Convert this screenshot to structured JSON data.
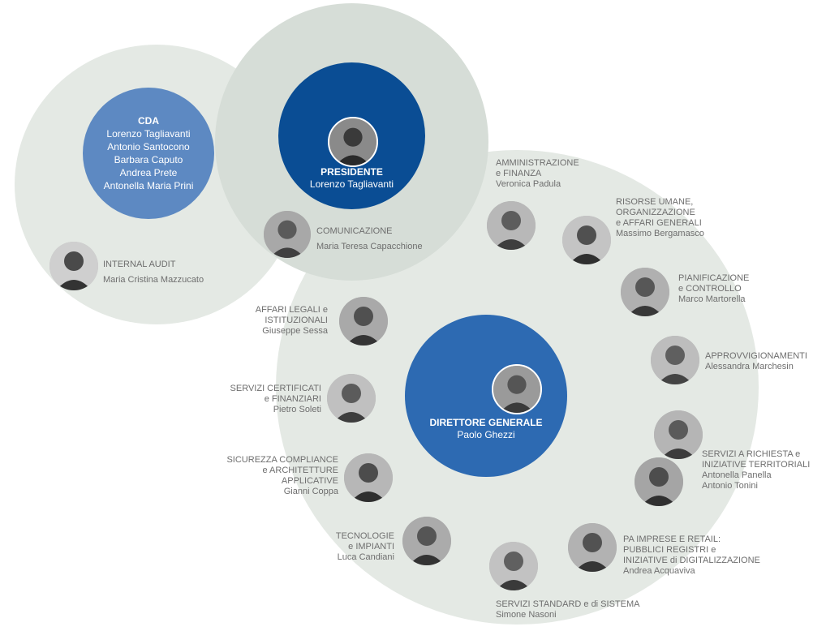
{
  "colors": {
    "bg_circle": "#e3e9e4",
    "bg_circle_mid": "#d8dfd9",
    "cda": "#5d89c2",
    "presidente": "#0a4d94",
    "direttore": "#2d6ab2"
  },
  "cda": {
    "title": "CDA",
    "members": [
      "Lorenzo Tagliavanti",
      "Antonio Santocono",
      "Barbara Caputo",
      "Andrea Prete",
      "Antonella Maria Prini"
    ]
  },
  "presidente": {
    "title": "PRESIDENTE",
    "name": "Lorenzo Tagliavanti"
  },
  "direttore": {
    "title": "DIRETTORE GENERALE",
    "name": "Paolo Ghezzi"
  },
  "units": {
    "internal_audit": {
      "lines": [
        "INTERNAL AUDIT"
      ],
      "person": "Maria Cristina Mazzucato"
    },
    "comunicazione": {
      "lines": [
        "COMUNICAZIONE"
      ],
      "person": "Maria Teresa Capacchione"
    },
    "amministrazione": {
      "lines": [
        "AMMINISTRAZIONE",
        "e FINANZA"
      ],
      "person": "Veronica Padula"
    },
    "risorse_umane": {
      "lines": [
        "RISORSE UMANE,",
        "ORGANIZZAZIONE",
        "e AFFARI GENERALI"
      ],
      "person": "Massimo Bergamasco"
    },
    "pianificazione": {
      "lines": [
        "PIANIFICAZIONE",
        "e CONTROLLO"
      ],
      "person": "Marco Martorella"
    },
    "approvvigionamenti": {
      "lines": [
        "APPROVVIGIONAMENTI"
      ],
      "person": "Alessandra Marchesin"
    },
    "servizi_richiesta": {
      "lines": [
        "SERVIZI A RICHIESTA e",
        "INIZIATIVE TERRITORIALI"
      ],
      "persons": [
        "Antonella Panella",
        "Antonio Tonini"
      ]
    },
    "pa_imprese": {
      "lines": [
        "PA IMPRESE E RETAIL:",
        "PUBBLICI REGISTRI e",
        "INIZIATIVE di DIGITALIZZAZIONE"
      ],
      "person": "Andrea Acquaviva"
    },
    "servizi_standard": {
      "lines": [
        "SERVIZI STANDARD e di SISTEMA"
      ],
      "person": "Simone Nasoni"
    },
    "tecnologie": {
      "lines": [
        "TECNOLOGIE",
        "e IMPIANTI"
      ],
      "person": "Luca Candiani"
    },
    "sicurezza": {
      "lines": [
        "SICUREZZA COMPLIANCE",
        "e ARCHITETTURE",
        "APPLICATIVE"
      ],
      "person": "Gianni Coppa"
    },
    "servizi_certificati": {
      "lines": [
        "SERVIZI CERTIFICATI",
        "e FINANZIARI"
      ],
      "person": "Pietro Soleti"
    },
    "affari_legali": {
      "lines": [
        "AFFARI LEGALI e",
        "ISTITUZIONALI"
      ],
      "person": "Giuseppe Sessa"
    }
  }
}
